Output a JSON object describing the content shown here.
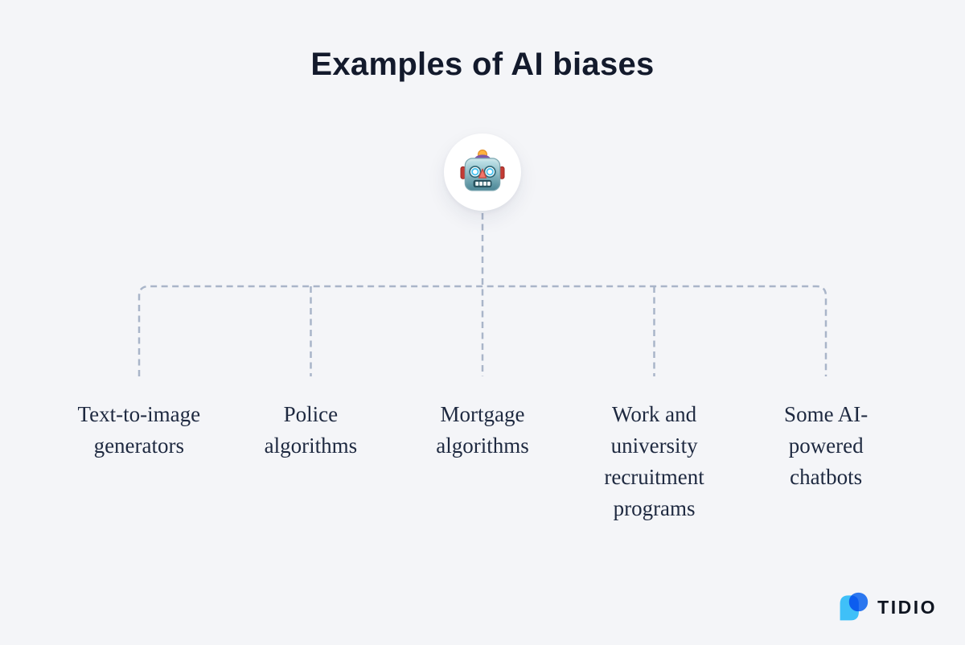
{
  "page": {
    "background_color": "#f4f5f8",
    "text_color": "#1e2940"
  },
  "title": {
    "text": "Examples of AI biases",
    "color": "#131a2c"
  },
  "root_node": {
    "icon": "robot-face-icon"
  },
  "connector": {
    "style": "dashed",
    "color": "#a9b5c9"
  },
  "labels": [
    {
      "text": "Text-to-image\ngenerators"
    },
    {
      "text": "Police\nalgorithms"
    },
    {
      "text": "Mortgage\nalgorithms"
    },
    {
      "text": "Work and\nuniversity\nrecruitment\nprograms"
    },
    {
      "text": "Some AI-\npowered\nchatbots"
    }
  ],
  "footer": {
    "brand": "TIDIO",
    "logo_colors": {
      "dark_bubble": "#2e7cf6",
      "light_bubble": "#3fc0f8"
    }
  }
}
